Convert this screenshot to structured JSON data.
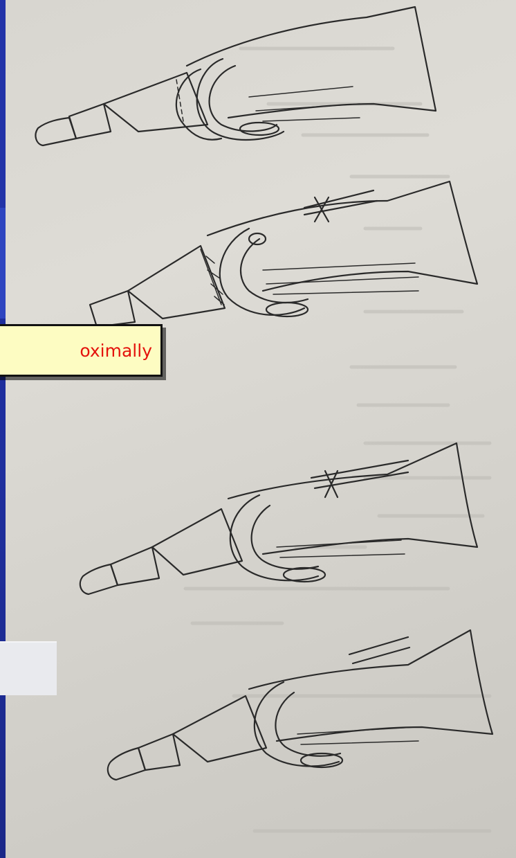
{
  "callout": {
    "text": "oximally"
  },
  "label_box": {
    "text": ""
  },
  "figures": [
    {
      "name": "finger-drawing-1"
    },
    {
      "name": "finger-drawing-2"
    },
    {
      "name": "finger-drawing-3"
    },
    {
      "name": "finger-drawing-4"
    }
  ],
  "colors": {
    "slide_background": "#1e2a8c",
    "callout_background": "#fdfcc2",
    "callout_text": "#e4120c",
    "paper": "#d8d6d0",
    "ink": "#2a2a2a"
  }
}
